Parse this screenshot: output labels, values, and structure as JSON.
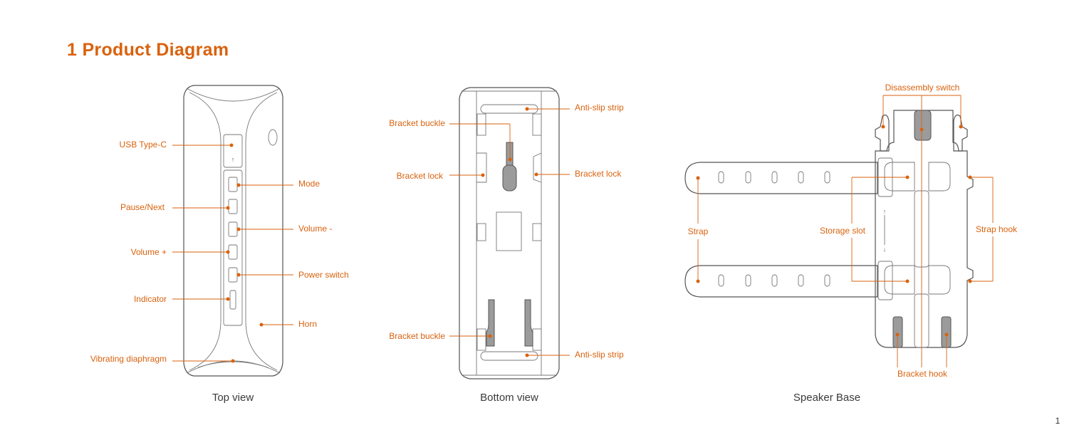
{
  "page": {
    "title": "1 Product Diagram",
    "page_number": "1"
  },
  "colors": {
    "accent": "#d9620e",
    "outline": "#555555",
    "part_fill": "#9b9b9b"
  },
  "top_view": {
    "caption": "Top view",
    "labels": {
      "usb_type_c": "USB Type-C",
      "pause_next": "Pause/Next",
      "volume_plus": "Volume +",
      "indicator": "Indicator",
      "vibrating_diaphragm": "Vibrating diaphragm",
      "mode": "Mode",
      "volume_minus": "Volume -",
      "power_switch": "Power switch",
      "horn": "Horn"
    }
  },
  "bottom_view": {
    "caption": "Bottom view",
    "labels": {
      "bracket_buckle_top": "Bracket buckle",
      "bracket_lock_left": "Bracket lock",
      "bracket_buckle_bottom": "Bracket buckle",
      "anti_slip_strip_top": "Anti-slip strip",
      "bracket_lock_right": "Bracket lock",
      "anti_slip_strip_bottom": "Anti-slip strip"
    }
  },
  "speaker_base": {
    "caption": "Speaker Base",
    "labels": {
      "disassembly_switch": "Disassembly switch",
      "strap": "Strap",
      "storage_slot": "Storage slot",
      "strap_hook": "Strap hook",
      "bracket_hook": "Bracket hook"
    }
  }
}
